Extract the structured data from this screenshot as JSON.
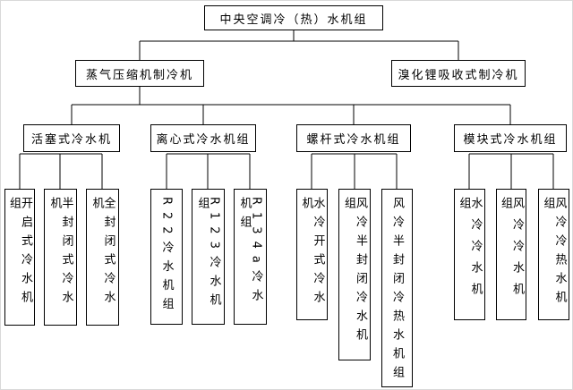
{
  "diagram": {
    "root": {
      "label": "中央空调冷（热）水机组"
    },
    "branches": [
      {
        "label": "蒸气压缩机制冷机",
        "children": [
          {
            "label": "活塞式冷水机",
            "children": [
              {
                "label": "开启式冷水机组"
              },
              {
                "label": "半封闭式冷水机"
              },
              {
                "label": "全封闭式冷水机"
              }
            ]
          },
          {
            "label": "离心式冷水机组",
            "children": [
              {
                "label": "R22冷水机组"
              },
              {
                "label": "R123冷水机组"
              },
              {
                "label": "R134a冷水机组"
              }
            ]
          },
          {
            "label": "螺杆式冷水机组",
            "children": [
              {
                "label": "水冷开式冷水机"
              },
              {
                "label": "风冷半封闭冷水机组"
              },
              {
                "label": "风冷半封闭冷热水机组"
              }
            ]
          },
          {
            "label": "模块式冷水机组",
            "children": [
              {
                "label": "水冷冷水机组"
              },
              {
                "label": "风冷冷水机组"
              },
              {
                "label": "风冷冷热水机组"
              }
            ]
          }
        ]
      },
      {
        "label": "溴化锂吸收式制冷机",
        "children": []
      }
    ],
    "colors": {
      "line": "#000000",
      "box_border": "#000000",
      "box_background": "#ffffff",
      "text": "#000000",
      "page_border": "#d9d9d9"
    }
  }
}
